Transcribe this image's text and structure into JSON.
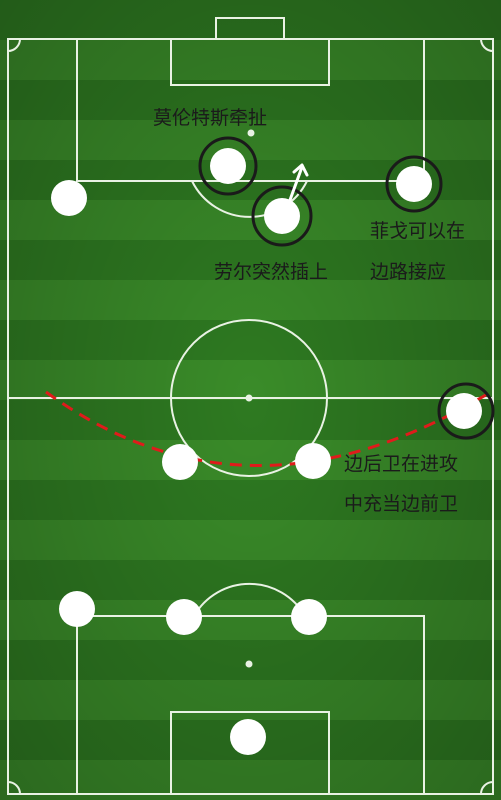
{
  "annotations": {
    "moreno": "莫伦特斯牵扯",
    "figo_line1": "菲戈可以在",
    "figo_line2": "边路接应",
    "raul": "劳尔突然插上",
    "fullback_line1": "边后卫在进攻",
    "fullback_line2": "中充当边前卫"
  },
  "colors": {
    "pitch_dark": "#2e7a21",
    "pitch_light": "#3f932c",
    "line": "#e9f2e4",
    "player": "#ffffff",
    "highlight_ring": "#1a1a1a",
    "dashed_arc": "#e01b1b",
    "arrow": "#ffffff"
  }
}
